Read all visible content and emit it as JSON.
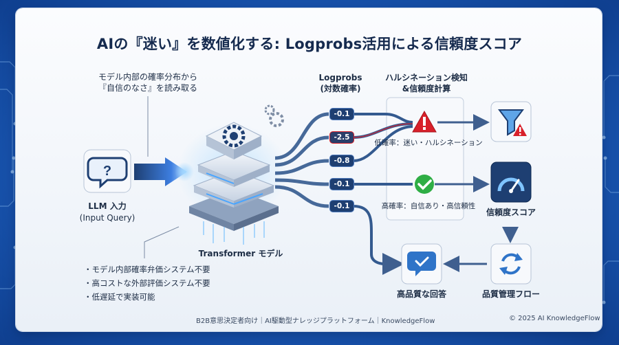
{
  "title": "AIの『迷い』を数値化する: Logprobs活用による信頼度スコア",
  "annotation": {
    "line1": "モデル内部の確率分布から",
    "line2": "『自信のなさ』を読み取る"
  },
  "input": {
    "label": "LLM 入力",
    "sublabel": "(Input Query)",
    "icon": "question-bubble-icon"
  },
  "model": {
    "label": "Transformer モデル",
    "icon": "gear-stack-icon"
  },
  "logprobs_header": {
    "line1": "Logprobs",
    "line2": "(対数確率)"
  },
  "detection_header": {
    "line1": "ハルシネーション検知",
    "line2": "&信頼度計算"
  },
  "logprob_values": [
    "-0.1",
    "-2.5",
    "-0.8",
    "-0.1",
    "-0.1"
  ],
  "low_confidence": {
    "label": "低確率：迷い・ハルシネーション",
    "icon": "warning-icon"
  },
  "high_confidence": {
    "label": "高確率：自信あり・高信頼性",
    "icon": "check-icon"
  },
  "outputs": {
    "filter": {
      "icon": "filter-warning-icon"
    },
    "confidence_score": {
      "label": "信頼度スコア",
      "icon": "gauge-icon"
    },
    "quality_flow": {
      "label": "品質管理フロー",
      "icon": "refresh-icon"
    },
    "answer": {
      "label": "高品質な回答",
      "icon": "chat-check-icon"
    }
  },
  "benefits": [
    "モデル内部確率弁価システム不要",
    "高コストな外部評価システム不要",
    "低遅延で実装可能"
  ],
  "footer": {
    "left": "B2B意思決定者向け｜AI駆動型ナレッジプラットフォーム｜KnowledgeFlow",
    "right": "© 2025 AI KnowledgeFlow"
  },
  "colors": {
    "navy": "#1e3f72",
    "warning": "#d8202a",
    "success": "#2fae45",
    "arrow": "#3f5f8f"
  }
}
